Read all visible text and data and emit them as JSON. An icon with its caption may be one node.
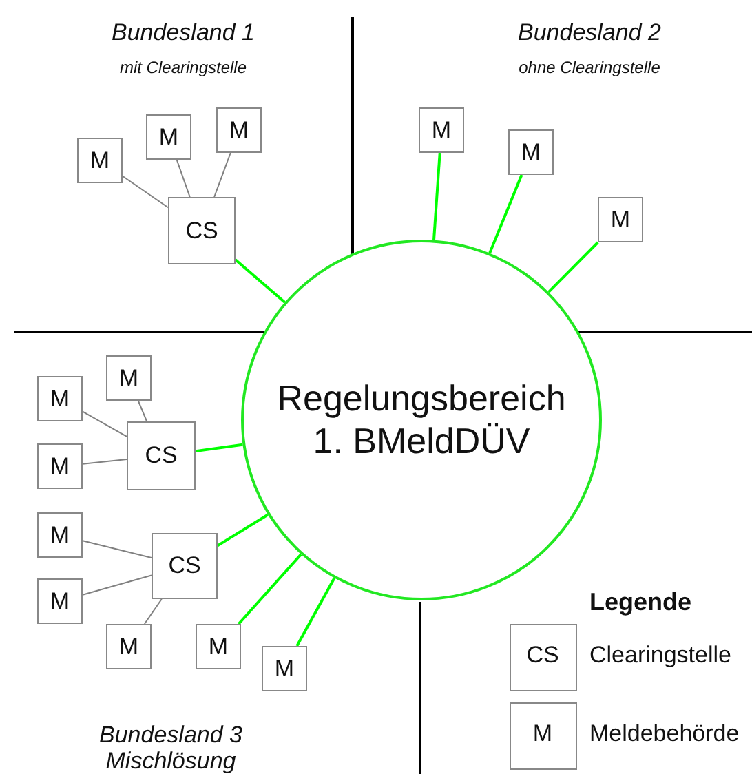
{
  "diagram": {
    "nodes": [
      {
        "text": [
          "Regelungsbereich 1. BMeldDÜV"
        ]
      },
      {
        "text": [
          "M"
        ]
      },
      {
        "text": [
          "M"
        ]
      },
      {
        "text": [
          "M"
        ]
      },
      {
        "text": [
          "CS"
        ]
      },
      {
        "text": [
          "M"
        ]
      },
      {
        "text": [
          "M"
        ]
      },
      {
        "text": [
          "M"
        ]
      },
      {
        "text": [
          "M"
        ]
      },
      {
        "text": [
          "M"
        ]
      },
      {
        "text": [
          "CS"
        ]
      },
      {
        "text": [
          "M"
        ]
      },
      {
        "text": [
          "M"
        ]
      },
      {
        "text": [
          "CS"
        ]
      },
      {
        "text": [
          "M"
        ]
      },
      {
        "text": [
          "M"
        ]
      },
      {
        "text": [
          "M"
        ]
      },
      {
        "text": [
          "M"
        ]
      }
    ],
    "edges": [
      {
        "from": 1,
        "to": 4,
        "arrow": "none"
      },
      {
        "from": 2,
        "to": 4,
        "arrow": "none"
      },
      {
        "from": 3,
        "to": 4,
        "arrow": "none"
      },
      {
        "from": 4,
        "to": 0,
        "arrow": "none",
        "color": "#00ff00"
      },
      {
        "from": 5,
        "to": 0,
        "arrow": "none",
        "color": "#00ff00"
      },
      {
        "from": 6,
        "to": 0,
        "arrow": "none",
        "color": "#00ff00"
      },
      {
        "from": 7,
        "to": 0,
        "arrow": "none",
        "color": "#00ff00"
      },
      {
        "from": 8,
        "to": 10,
        "arrow": "none"
      },
      {
        "from": 9,
        "to": 10,
        "arrow": "none"
      },
      {
        "from": 11,
        "to": 10,
        "arrow": "none"
      },
      {
        "from": 10,
        "to": 0,
        "arrow": "none",
        "color": "#00ff00"
      },
      {
        "from": 12,
        "to": 13,
        "arrow": "none"
      },
      {
        "from": 14,
        "to": 13,
        "arrow": "none"
      },
      {
        "from": 15,
        "to": 13,
        "arrow": "none"
      },
      {
        "from": 13,
        "to": 0,
        "arrow": "none",
        "color": "#00ff00"
      },
      {
        "from": 16,
        "to": 0,
        "arrow": "none",
        "color": "#00ff00"
      },
      {
        "from": 17,
        "to": 0,
        "arrow": "none",
        "color": "#00ff00"
      }
    ],
    "labels": [
      "Bundesland 1",
      "mit Clearingstelle",
      "Bundesland 2",
      "ohne Clearingstelle",
      "Legende",
      "CS",
      "M",
      "Bundesland 3",
      "Mischlösung"
    ],
    "legend": [
      {
        "text": "Clearingstelle"
      },
      {
        "text": "Meldebehörde"
      }
    ]
  }
}
